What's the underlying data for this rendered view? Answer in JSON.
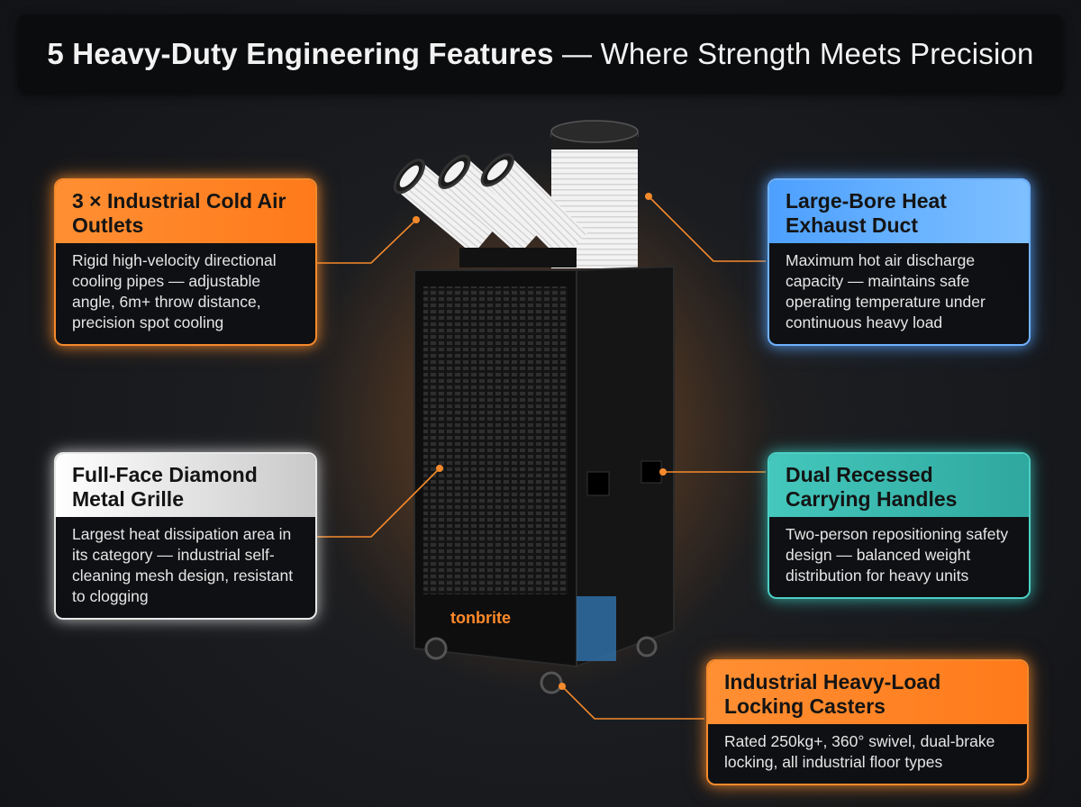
{
  "header": {
    "title_bold": "5 Heavy-Duty Engineering Features",
    "title_rest": " — Where Strength Meets Precision"
  },
  "product": {
    "brand": "tonbrite"
  },
  "features": [
    {
      "title": "3 × Industrial Cold Air Outlets",
      "body": "Rigid high-velocity directional cooling pipes — adjustable angle, 6m+ throw distance, precision spot cooling",
      "color": "#f58a2c"
    },
    {
      "title": "Large-Bore Heat Exhaust Duct",
      "body": "Maximum hot air discharge capacity — maintains safe operating temperature under continuous heavy load",
      "color": "#6fb2ff"
    },
    {
      "title": "Full-Face Diamond Metal Grille",
      "body": "Largest heat dissipation area in its category — industrial self-cleaning mesh design, resistant to clogging",
      "color": "#e8e8e8"
    },
    {
      "title": "Dual Recessed Carrying Handles",
      "body": "Two-person repositioning safety design — balanced weight distribution for heavy units",
      "color": "#4ccfc4"
    },
    {
      "title": "Industrial Heavy-Load Locking Casters",
      "body": "Rated 250kg+, 360° swivel, dual-brake locking, all industrial floor types",
      "color": "#f58a2c"
    }
  ]
}
